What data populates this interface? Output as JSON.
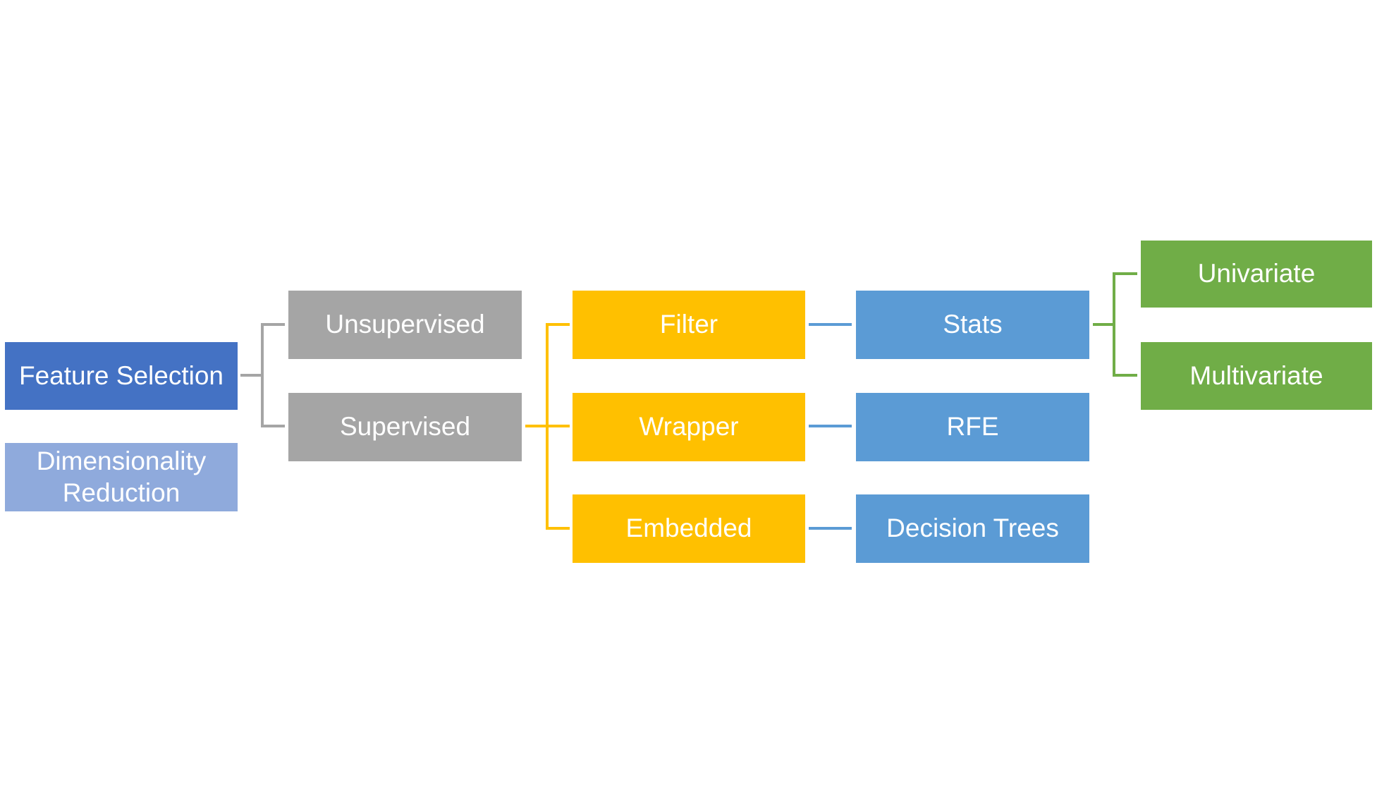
{
  "nodes": {
    "feature_selection": {
      "label": "Feature Selection",
      "color": "#4472C4"
    },
    "dimensionality_reduction": {
      "label": "Dimensionality\nReduction",
      "color": "#8FAADC"
    },
    "unsupervised": {
      "label": "Unsupervised",
      "color": "#A5A5A5"
    },
    "supervised": {
      "label": "Supervised",
      "color": "#A5A5A5"
    },
    "filter": {
      "label": "Filter",
      "color": "#FFC000"
    },
    "wrapper": {
      "label": "Wrapper",
      "color": "#FFC000"
    },
    "embedded": {
      "label": "Embedded",
      "color": "#FFC000"
    },
    "stats": {
      "label": "Stats",
      "color": "#5B9BD5"
    },
    "rfe": {
      "label": "RFE",
      "color": "#5B9BD5"
    },
    "decision_trees": {
      "label": "Decision Trees",
      "color": "#5B9BD5"
    },
    "univariate": {
      "label": "Univariate",
      "color": "#70AD47"
    },
    "multivariate": {
      "label": "Multivariate",
      "color": "#70AD47"
    }
  },
  "edges": [
    {
      "from": "feature_selection",
      "to": "unsupervised",
      "color": "#A5A5A5"
    },
    {
      "from": "feature_selection",
      "to": "supervised",
      "color": "#A5A5A5"
    },
    {
      "from": "supervised",
      "to": "filter",
      "color": "#FFC000"
    },
    {
      "from": "supervised",
      "to": "wrapper",
      "color": "#FFC000"
    },
    {
      "from": "supervised",
      "to": "embedded",
      "color": "#FFC000"
    },
    {
      "from": "filter",
      "to": "stats",
      "color": "#5B9BD5"
    },
    {
      "from": "wrapper",
      "to": "rfe",
      "color": "#5B9BD5"
    },
    {
      "from": "embedded",
      "to": "decision_trees",
      "color": "#5B9BD5"
    },
    {
      "from": "stats",
      "to": "univariate",
      "color": "#70AD47"
    },
    {
      "from": "stats",
      "to": "multivariate",
      "color": "#70AD47"
    }
  ]
}
